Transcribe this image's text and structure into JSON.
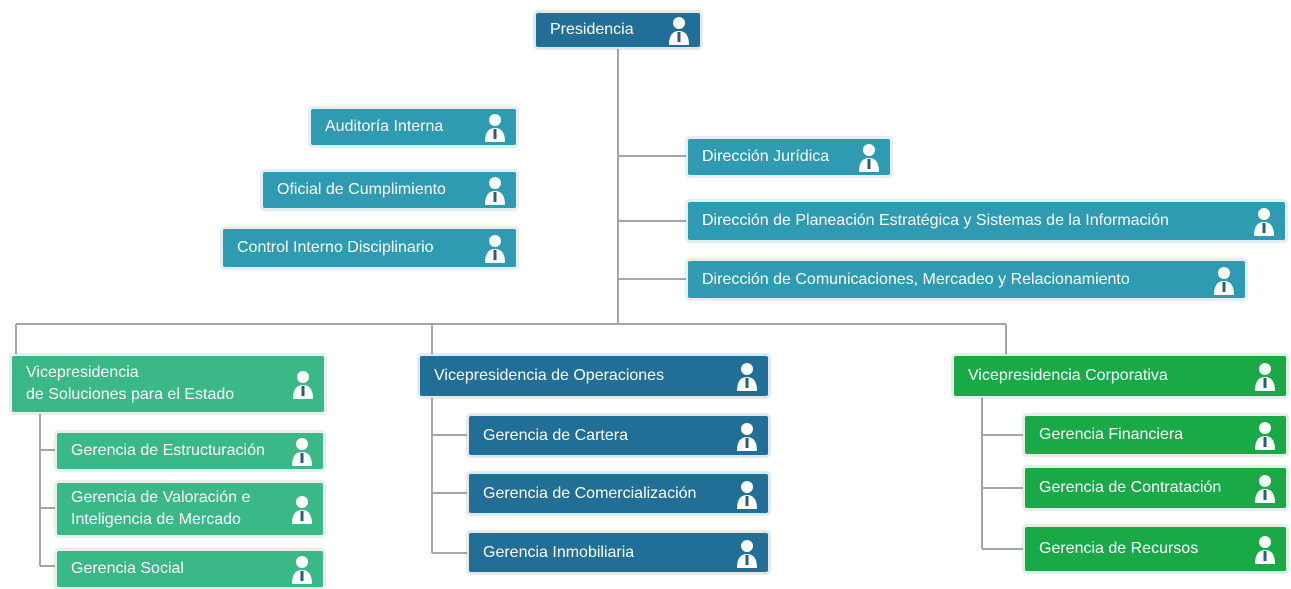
{
  "colors": {
    "teal": "#2f9bb2",
    "navy": "#216f96",
    "mint": "#3bb887",
    "green": "#19aa47",
    "connector": "#a6a6a6"
  },
  "icon": "person-icon",
  "presidencia": "Presidencia",
  "staff_left": [
    "Auditoría Interna",
    "Oficial de Cumplimiento",
    "Control Interno Disciplinario"
  ],
  "staff_right": [
    "Dirección Jurídica",
    "Dirección de Planeación Estratégica y Sistemas de la Información",
    "Dirección de Comunicaciones, Mercadeo y Relacionamiento"
  ],
  "vp_estado": {
    "title": "Vicepresidencia\nde Soluciones para el  Estado",
    "units": [
      "Gerencia de Estructuración",
      "Gerencia de Valoración e\nInteligencia de Mercado",
      "Gerencia Social"
    ]
  },
  "vp_operaciones": {
    "title": "Vicepresidencia de Operaciones",
    "units": [
      "Gerencia de Cartera",
      "Gerencia de Comercialización",
      "Gerencia Inmobiliaria"
    ]
  },
  "vp_corporativa": {
    "title": "Vicepresidencia  Corporativa",
    "units": [
      "Gerencia Financiera",
      "Gerencia de Contratación",
      "Gerencia de Recursos"
    ]
  }
}
